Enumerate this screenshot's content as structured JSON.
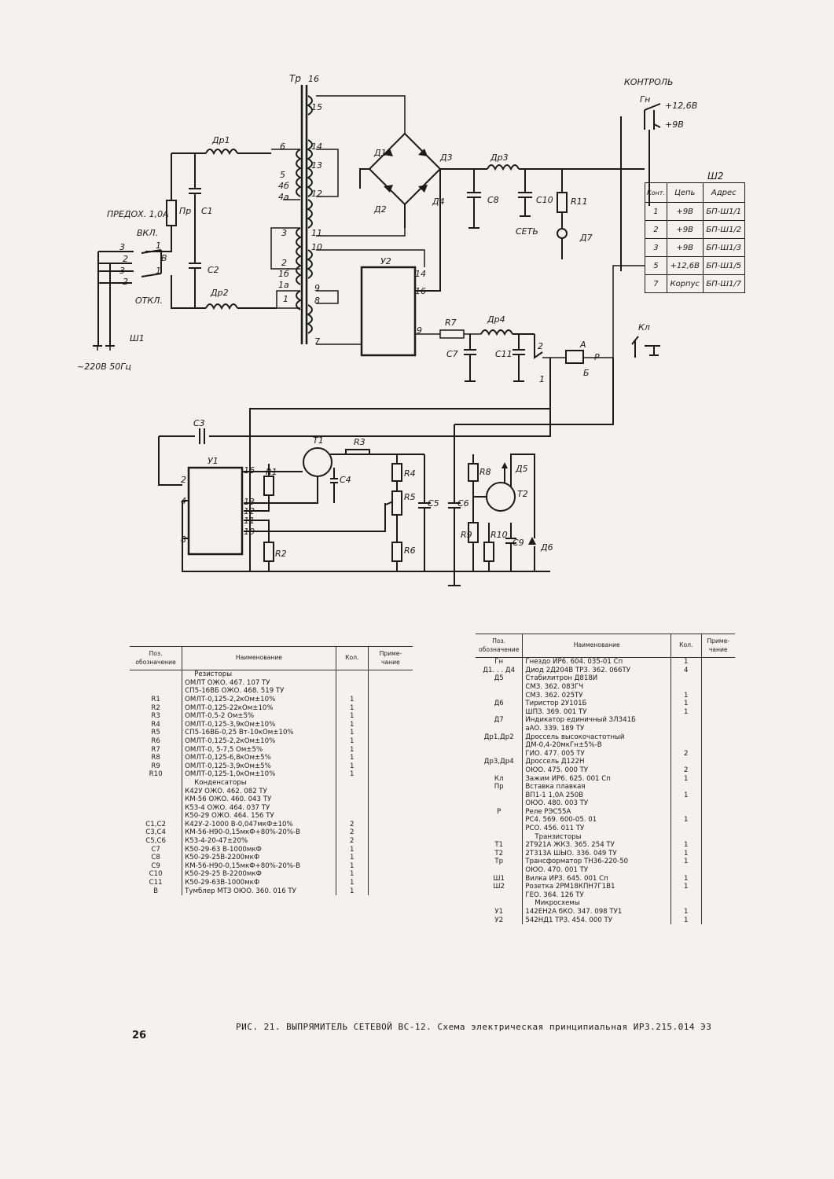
{
  "schematic": {
    "transformer": {
      "ref": "Тр",
      "pins": [
        "16",
        "15",
        "14",
        "13",
        "12",
        "11",
        "10",
        "9",
        "8",
        "7",
        "6",
        "5",
        "4б",
        "4а",
        "3",
        "2",
        "1б",
        "1а",
        "1"
      ]
    },
    "left": {
      "dr1": "Др1",
      "dr2": "Др2",
      "pr": "Пр",
      "c1": "С1",
      "c2": "С2",
      "fuse_note": "ПРЕДОХ. 1,0А",
      "on": "ВКЛ.",
      "off": "ОТКЛ.",
      "switch": "В",
      "sw_pins": [
        "3",
        "2",
        "3",
        "2",
        "1",
        "1"
      ],
      "plug": "Ш1",
      "mains": "~220В 50Гц"
    },
    "bridge": {
      "d1": "Д1",
      "d2": "Д2",
      "d3": "Д3",
      "d4": "Д4",
      "dr3": "Др3",
      "c8": "С8",
      "c10": "С10",
      "r11": "R11",
      "d7": "Д7",
      "set": "СЕТЬ"
    },
    "u2": {
      "ref": "У2",
      "pins": [
        "14",
        "16",
        "9"
      ]
    },
    "filter": {
      "r7": "R7",
      "dr4": "Др4",
      "c7": "С7",
      "c11": "С11",
      "relay": "Р",
      "a": "А",
      "b": "Б",
      "n2": "2",
      "n1": "1"
    },
    "control": {
      "title": "КОНТРОЛЬ",
      "gn": "Гн",
      "v126": "+12,6В",
      "v9": "+9В",
      "kl": "Кл"
    },
    "connector": {
      "ref": "Ш2",
      "headers": [
        "Конт.",
        "Цепь",
        "Адрес"
      ],
      "rows": [
        [
          "1",
          "+9В",
          "БП-Ш1/1"
        ],
        [
          "2",
          "+9В",
          "БП-Ш1/2"
        ],
        [
          "3",
          "+9В",
          "БП-Ш1/3"
        ],
        [
          "5",
          "+12,6В",
          "БП-Ш1/5"
        ],
        [
          "7",
          "Корпус",
          "БП-Ш1/7"
        ]
      ]
    },
    "regulator": {
      "u1": "У1",
      "t1": "Т1",
      "t2": "Т2",
      "c3": "С3",
      "c4": "С4",
      "c5": "С5",
      "c6": "С6",
      "c9": "С9",
      "r1": "R1",
      "r2": "R2",
      "r3": "R3",
      "r4": "R4",
      "r5": "R5",
      "r6": "R6",
      "r8": "R8",
      "r9": "R9",
      "r10": "R10",
      "d5": "Д5",
      "d6": "Д6",
      "u1_pins": [
        "2",
        "4",
        "8",
        "16",
        "13",
        "12",
        "11",
        "10"
      ]
    }
  },
  "table_left": {
    "headers": [
      "Поз. обозначение",
      "Наименование",
      "Кол.",
      "Приме- чание"
    ],
    "rows": [
      [
        "",
        "Резисторы",
        "",
        ""
      ],
      [
        "",
        "ОМЛТ ОЖО. 467. 107 ТУ",
        "",
        ""
      ],
      [
        "",
        "СП5-16ВБ ОЖО. 468. 519 ТУ",
        "",
        ""
      ],
      [
        "",
        "",
        "",
        ""
      ],
      [
        "R1",
        "ОМЛТ-0,125-2,2кОм±10%",
        "1",
        ""
      ],
      [
        "R2",
        "ОМЛТ-0,125-22кОм±10%",
        "1",
        ""
      ],
      [
        "R3",
        "ОМЛТ-0,5-2 Ом±5%",
        "1",
        ""
      ],
      [
        "R4",
        "ОМЛТ-0,125-3,9кОм±10%",
        "1",
        ""
      ],
      [
        "R5",
        "СП5-16ВБ-0,25 Вт-10кОм±10%",
        "1",
        ""
      ],
      [
        "R6",
        "ОМЛТ-0,125-2,2кОм±10%",
        "1",
        ""
      ],
      [
        "R7",
        "ОМЛТ-0, 5-7,5 Ом±5%",
        "1",
        ""
      ],
      [
        "R8",
        "ОМЛТ-0,125-6,8кОм±5%",
        "1",
        ""
      ],
      [
        "R9",
        "ОМЛТ-0,125-3,9кОм±5%",
        "1",
        ""
      ],
      [
        "R10",
        "ОМЛТ-0,125-1,0кОм±10%",
        "1",
        ""
      ],
      [
        "",
        "Конденсаторы",
        "",
        ""
      ],
      [
        "",
        "К42У ОЖО. 462. 082 ТУ",
        "",
        ""
      ],
      [
        "",
        "КМ-56 ОЖО. 460. 043 ТУ",
        "",
        ""
      ],
      [
        "",
        "К53-4 ОЖО. 464. 037 ТУ",
        "",
        ""
      ],
      [
        "",
        "К50-29 ОЖО. 464. 156 ТУ",
        "",
        ""
      ],
      [
        "",
        "",
        "",
        ""
      ],
      [
        "С1,С2",
        "К42У-2-1000 В-0,047мкФ±10%",
        "2",
        ""
      ],
      [
        "С3,С4",
        "КМ-56-Н90-0,15мкФ+80%-20%-В",
        "2",
        ""
      ],
      [
        "С5,С6",
        "К53-4-20-47±20%",
        "2",
        ""
      ],
      [
        "С7",
        "К50-29-63 В-1000мкФ",
        "1",
        ""
      ],
      [
        "С8",
        "К50-29-25В-2200мкФ",
        "1",
        ""
      ],
      [
        "С9",
        "КМ-56-Н90-0,15мкФ+80%-20%-В",
        "1",
        ""
      ],
      [
        "С10",
        "К50-29-25 В-2200мкФ",
        "1",
        ""
      ],
      [
        "С11",
        "К50-29-63В-1000мкФ",
        "1",
        ""
      ],
      [
        "В",
        "Тумблер МТЗ ОЮО. 360. 016 ТУ",
        "1",
        ""
      ]
    ]
  },
  "table_right": {
    "headers": [
      "Поз. обозначение",
      "Наименование",
      "Кол.",
      "Приме- чание"
    ],
    "rows": [
      [
        "Гн",
        "Гнездо ИР6. 604. 035-01 Сп",
        "1",
        ""
      ],
      [
        "Д1. . . Д4",
        "Диод 2Д204В ТРЗ. 362. 066ТУ",
        "4",
        ""
      ],
      [
        "Д5",
        "Стабилитрон Д818И",
        "",
        ""
      ],
      [
        "",
        "СМЗ. 362. 083ГЧ",
        "",
        ""
      ],
      [
        "",
        "СМЗ. 362. 025ТУ",
        "1",
        ""
      ],
      [
        "Д6",
        "Тиристор 2У101Б",
        "1",
        ""
      ],
      [
        "",
        "ШПЗ. 369. 001 ТУ",
        "1",
        ""
      ],
      [
        "Д7",
        "Индикатор единичный ЗЛ341Б",
        "",
        ""
      ],
      [
        "",
        "аАО. 339. 189 ТУ",
        "",
        ""
      ],
      [
        "Др1,Др2",
        "Дроссель высокочастотный",
        "",
        ""
      ],
      [
        "",
        "ДМ-0,4-20мкГн±5%-В",
        "",
        ""
      ],
      [
        "",
        "ГИО. 477. 005 ТУ",
        "2",
        ""
      ],
      [
        "Др3,Др4",
        "Дроссель Д122Н",
        "",
        ""
      ],
      [
        "",
        "ОЮО. 475. 000 ТУ",
        "2",
        ""
      ],
      [
        "Кл",
        "Зажим ИР6. 625. 001 Сп",
        "1",
        ""
      ],
      [
        "Пр",
        "Вставка плавкая",
        "",
        ""
      ],
      [
        "",
        "ВП1-1 1,0А 250В",
        "1",
        ""
      ],
      [
        "",
        "ОЮО. 480. 003 ТУ",
        "",
        ""
      ],
      [
        "Р",
        "Реле РЭС55А",
        "",
        ""
      ],
      [
        "",
        "РС4. 569. 600-05. 01",
        "1",
        ""
      ],
      [
        "",
        "РСО. 456. 011 ТУ",
        "",
        ""
      ],
      [
        "",
        "Транзисторы",
        "",
        ""
      ],
      [
        "Т1",
        "2Т921А ЖКЗ. 365. 254 ТУ",
        "1",
        ""
      ],
      [
        "Т2",
        "2Т313А ШЫО. 336. 049 ТУ",
        "1",
        ""
      ],
      [
        "Тр",
        "Трансформатор ТН36-220-50",
        "1",
        ""
      ],
      [
        "",
        "ОЮО. 470. 001 ТУ",
        "",
        ""
      ],
      [
        "Ш1",
        "Вилка ИРЗ. 645. 001 Сп",
        "1",
        ""
      ],
      [
        "Ш2",
        "Розетка 2РМ18КПН7Г1В1",
        "1",
        ""
      ],
      [
        "",
        "ГЕО. 364. 126 ТУ",
        "",
        ""
      ],
      [
        "",
        "Микросхемы",
        "",
        ""
      ],
      [
        "У1",
        "142ЕН2А бКО. 347. 098 ТУ1",
        "1",
        ""
      ],
      [
        "У2",
        "542НД1 ТРЗ. 454. 000 ТУ",
        "1",
        ""
      ]
    ]
  },
  "caption": "РИС. 21. ВЫПРЯМИТЕЛЬ СЕТЕВОЙ ВС-12. Схема электрическая принципиальная ИРЗ.215.014 ЭЗ",
  "page_number": "26"
}
